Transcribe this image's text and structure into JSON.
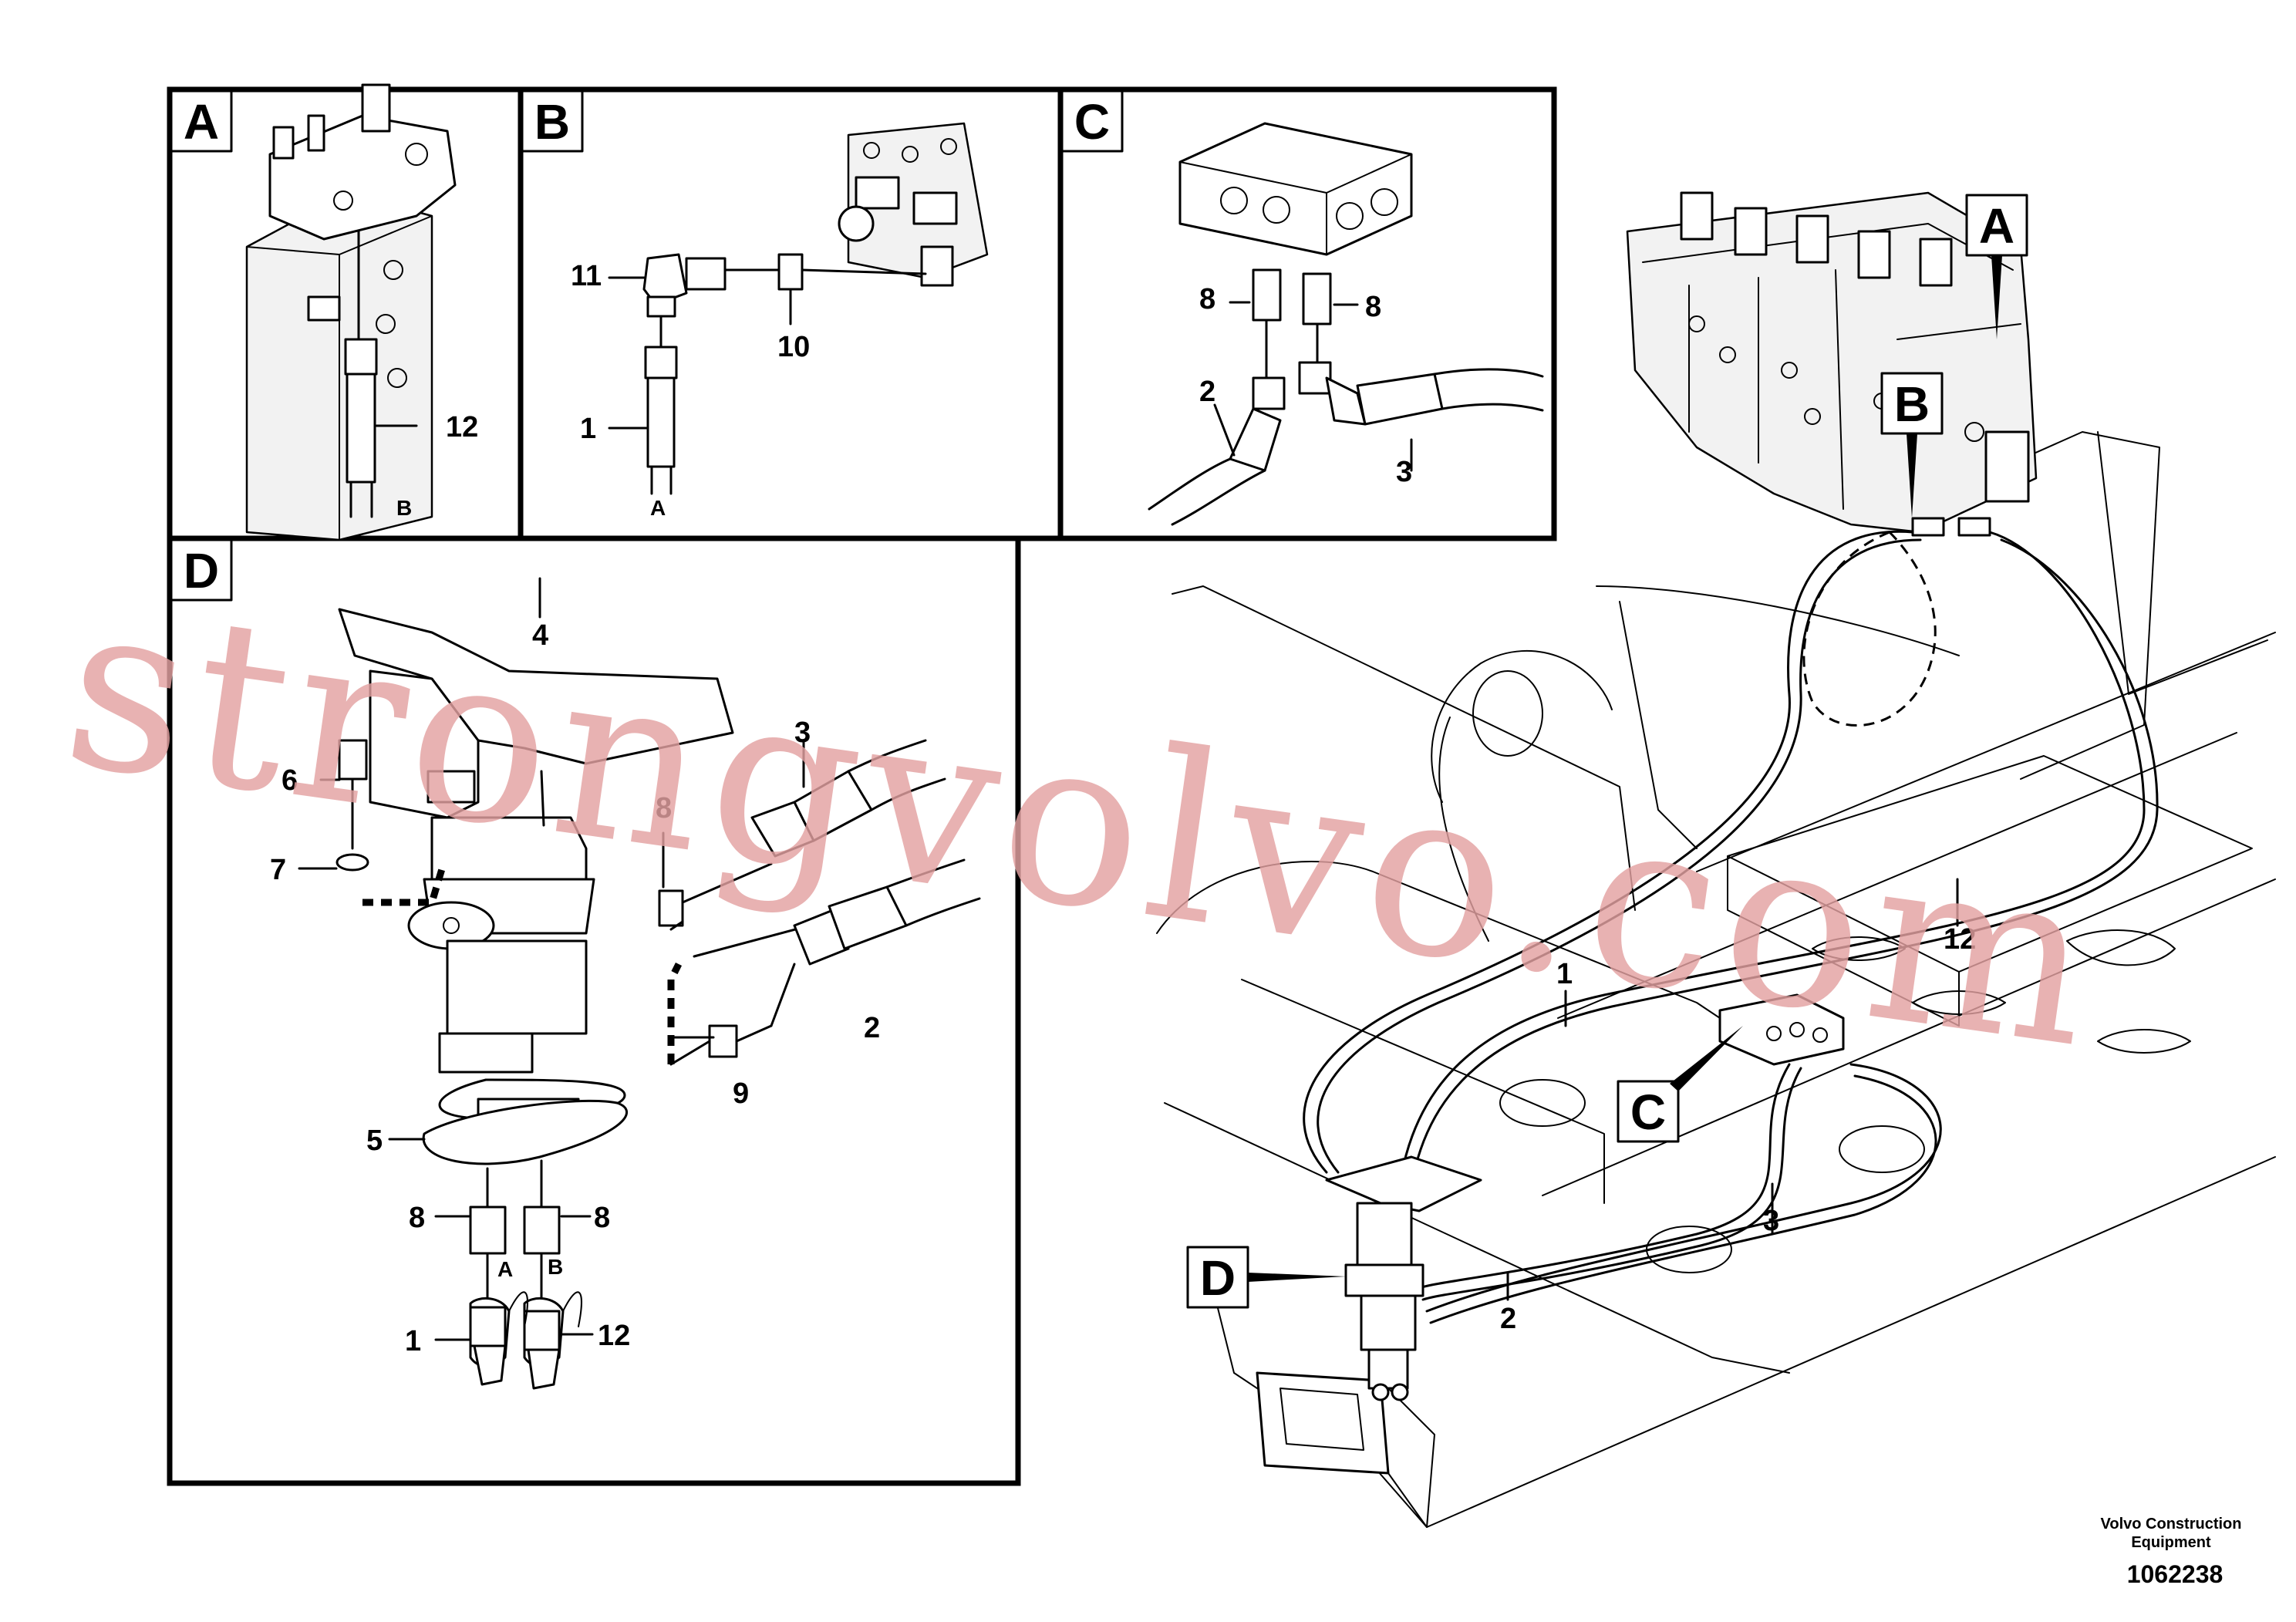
{
  "diagram": {
    "detail_tags": {
      "a": "A",
      "b": "B",
      "c": "C",
      "d": "D"
    },
    "callouts": {
      "a": [
        "12",
        "B"
      ],
      "b": [
        "11",
        "10",
        "1",
        "A"
      ],
      "c": [
        "8",
        "8",
        "2",
        "3"
      ],
      "d": [
        "4",
        "3",
        "6",
        "8",
        "7",
        "2",
        "9",
        "5",
        "8",
        "8",
        "A",
        "B",
        "1",
        "12"
      ],
      "main": [
        "1",
        "12",
        "3",
        "2"
      ]
    },
    "watermark": "strongvolvo.com",
    "footer": {
      "company_line1": "Volvo Construction",
      "company_line2": "Equipment",
      "drawing_number": "1062238"
    }
  }
}
